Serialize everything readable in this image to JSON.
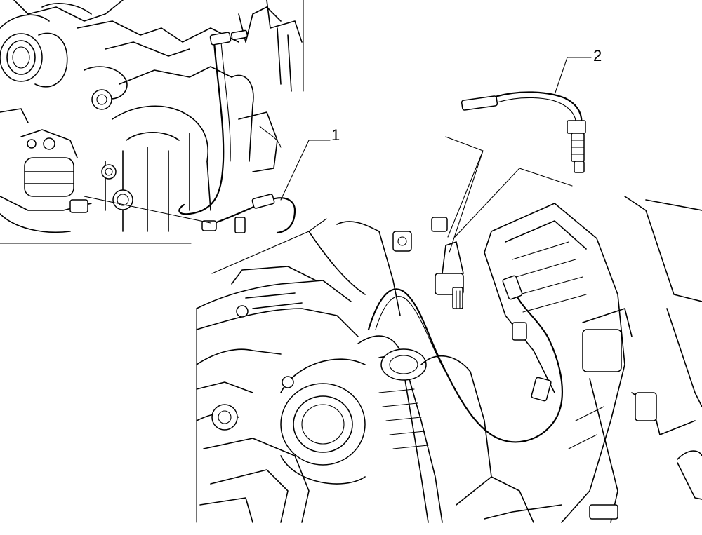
{
  "diagram": {
    "callouts": [
      {
        "id": "callout-1",
        "label": "1"
      },
      {
        "id": "callout-2",
        "label": "2"
      }
    ],
    "colors": {
      "ink": "#000000",
      "background": "#ffffff"
    }
  }
}
